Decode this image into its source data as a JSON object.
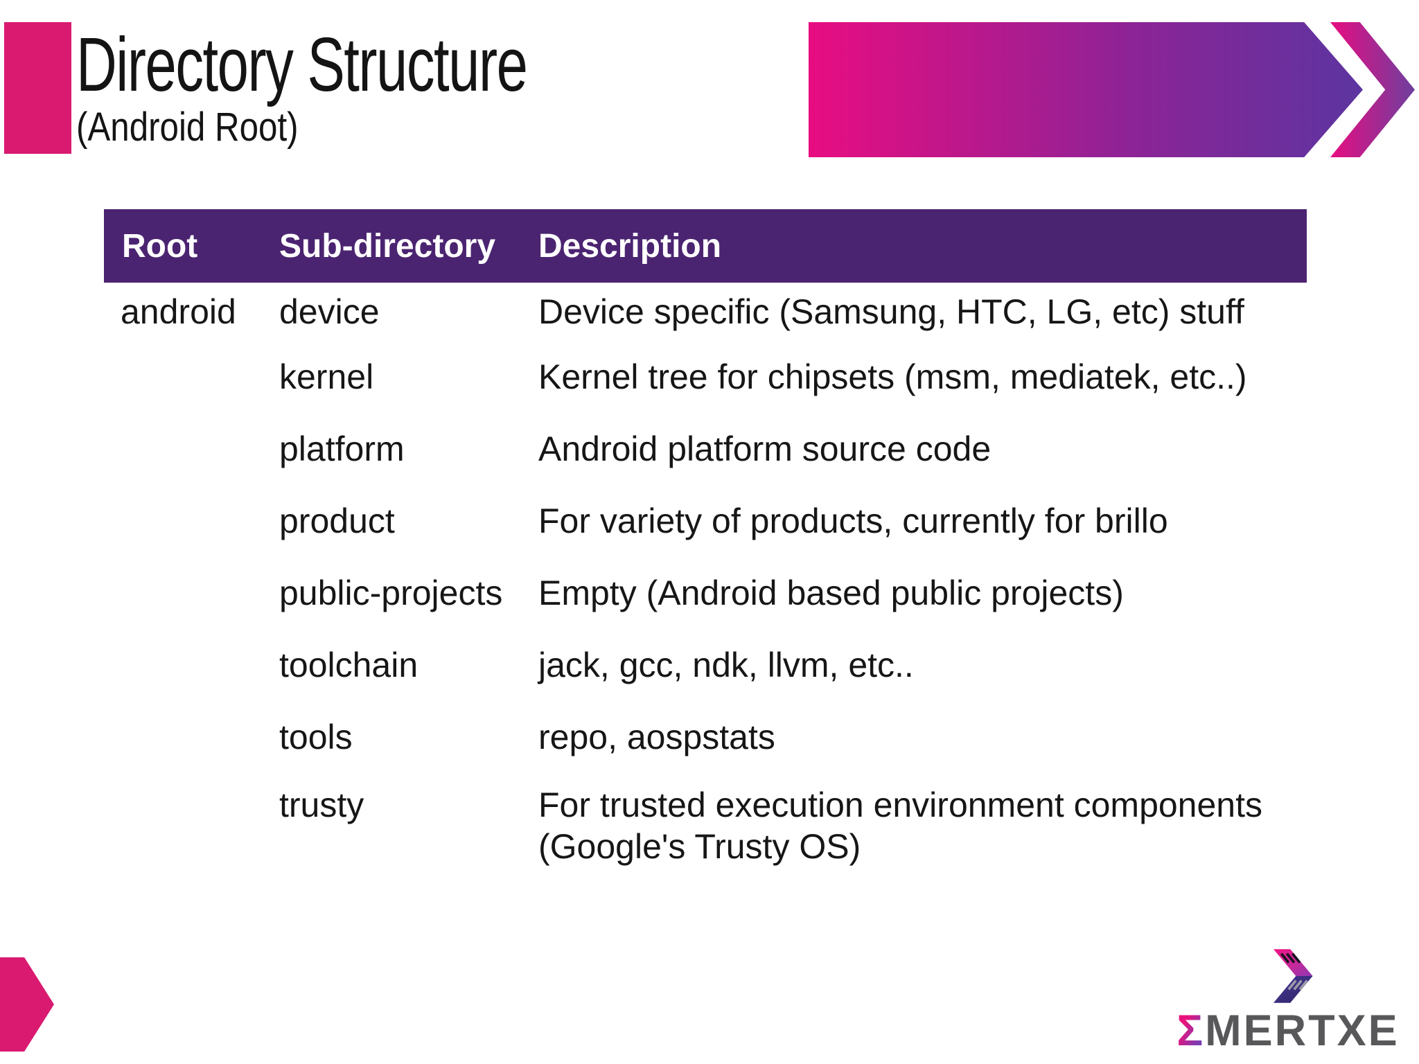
{
  "slide": {
    "title": "Directory Structure",
    "subtitle": "(Android Root)"
  },
  "table": {
    "columns": [
      "Root",
      "Sub-directory",
      "Description"
    ],
    "rows": [
      {
        "root": "android",
        "sub": "device",
        "desc": "Device specific (Samsung, HTC, LG, etc) stuff"
      },
      {
        "root": "",
        "sub": "kernel",
        "desc": "Kernel tree for chipsets (msm, mediatek, etc..)"
      },
      {
        "root": "",
        "sub": "platform",
        "desc": "Android platform source code"
      },
      {
        "root": "",
        "sub": "product",
        "desc": "For variety of products, currently for brillo"
      },
      {
        "root": "",
        "sub": "public-projects",
        "desc": "Empty (Android based public projects)"
      },
      {
        "root": "",
        "sub": "toolchain",
        "desc": "jack, gcc, ndk, llvm, etc.."
      },
      {
        "root": "",
        "sub": "tools",
        "desc": "repo, aospstats"
      },
      {
        "root": "",
        "sub": "trusty",
        "desc": "For trusted execution environment components (Google's Trusty OS)"
      }
    ]
  },
  "logo": {
    "sigma": "Σ",
    "name": "MERTXE"
  },
  "colors": {
    "accent_pink": "#d91a70",
    "gradient_pink": "#e80d81",
    "gradient_purple": "#5c35a0",
    "header_purple": "#4b2471",
    "body_text": "#161616",
    "logo_gray": "#58585b"
  }
}
